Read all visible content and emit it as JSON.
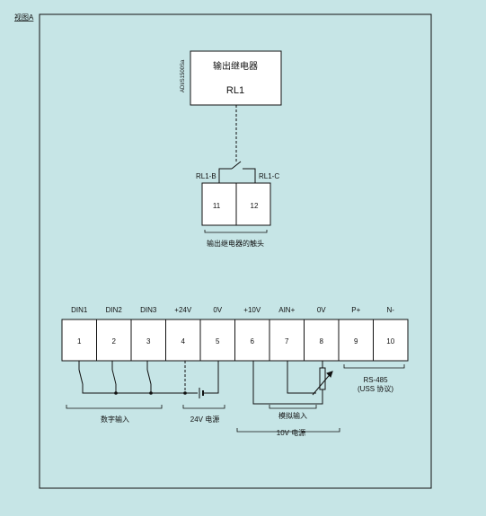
{
  "view_label": "视图A",
  "relay_block": {
    "title": "输出继电器",
    "name": "RL1",
    "side_code": "ADI/S1500Sa"
  },
  "relay_contacts": {
    "left_label": "RL1-B",
    "right_label": "RL1-C",
    "terminal_left": "11",
    "terminal_right": "12",
    "caption": "输出继电器的触头"
  },
  "terminal_strip": {
    "labels": [
      "DIN1",
      "DIN2",
      "DIN3",
      "+24V",
      "0V",
      "+10V",
      "AIN+",
      "0V",
      "P+",
      "N-"
    ],
    "numbers": [
      "1",
      "2",
      "3",
      "4",
      "5",
      "6",
      "7",
      "8",
      "9",
      "10"
    ]
  },
  "captions": {
    "digital_inputs": "数字输入",
    "supply_24v": "24V  电源",
    "analog_input": "模拟输入",
    "supply_10v": "10V 电源",
    "rs485_line1": "RS-485",
    "rs485_line2": "(USS 协议)"
  },
  "colors": {
    "background": "#c6e5e6",
    "box_fill": "#ffffff",
    "line": "#111111"
  }
}
